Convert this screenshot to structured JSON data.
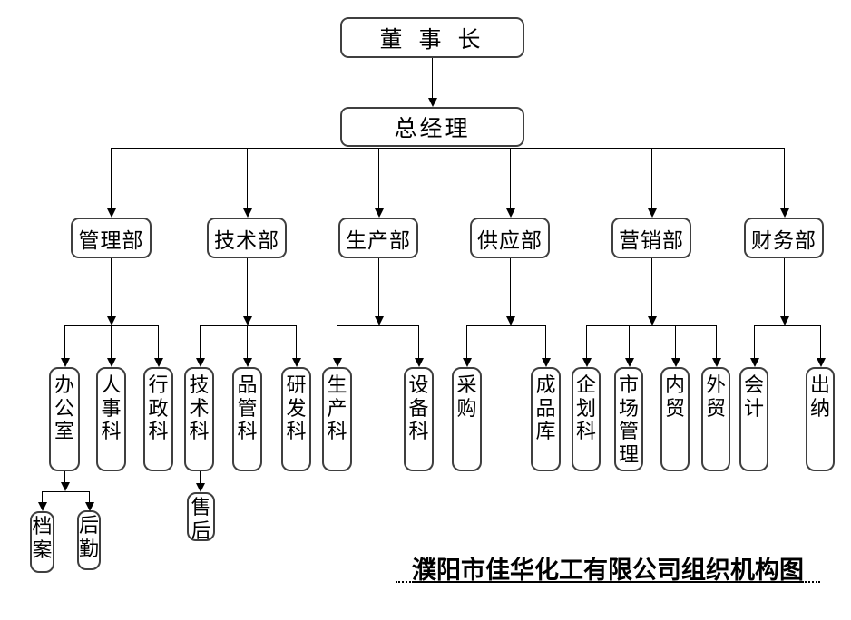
{
  "title": {
    "text": "濮阳市佳华化工有限公司组织机构图"
  },
  "org": {
    "chairman": {
      "label": "董 事 长"
    },
    "general_manager": {
      "label": "总经理"
    },
    "departments": [
      {
        "label": "管理部",
        "children": [
          {
            "label": "办公室",
            "children": [
              {
                "label": "档案"
              },
              {
                "label": "后勤"
              }
            ]
          },
          {
            "label": "人事科"
          },
          {
            "label": "行政科"
          }
        ]
      },
      {
        "label": "技术部",
        "children": [
          {
            "label": "技术科",
            "children": [
              {
                "label": "售后"
              }
            ]
          },
          {
            "label": "品管科"
          },
          {
            "label": "研发科"
          }
        ]
      },
      {
        "label": "生产部",
        "children": [
          {
            "label": "生产科"
          },
          {
            "label": "设备科"
          }
        ]
      },
      {
        "label": "供应部",
        "children": [
          {
            "label": "采购"
          },
          {
            "label": "成品库"
          }
        ]
      },
      {
        "label": "营销部",
        "children": [
          {
            "label": "企划科"
          },
          {
            "label": "市场管理"
          },
          {
            "label": "内贸"
          },
          {
            "label": "外贸"
          }
        ]
      },
      {
        "label": "财务部",
        "children": [
          {
            "label": "会计"
          },
          {
            "label": "出纳"
          }
        ]
      }
    ]
  },
  "colors": {
    "background": "#ffffff",
    "box_border": "#3f3f3f",
    "connector_line": "#000000",
    "text": "#000000"
  }
}
